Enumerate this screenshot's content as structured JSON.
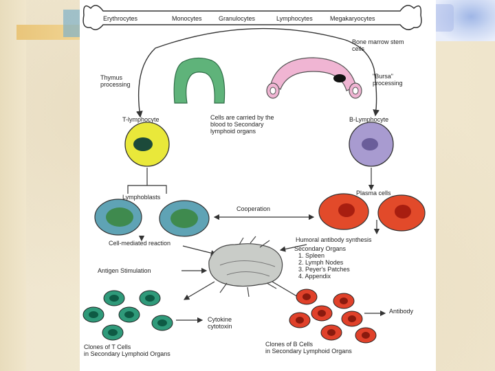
{
  "diagram": {
    "bone_cells": [
      "Erythrocytes",
      "Monocytes",
      "Granulocytes",
      "Lymphocytes",
      "Megakaryocytes"
    ],
    "stem_cells_label": [
      "Bone marrow stem",
      "cells"
    ],
    "thymus_label": [
      "Thymus",
      "processing"
    ],
    "bursa_label": [
      "\"Bursa\"",
      "processing"
    ],
    "t_lymphocyte": "T-lymphocyte",
    "b_lymphocyte": "B-Lymphocyte",
    "carried_label": [
      "Cells are carried by the",
      "blood to Secondary",
      "lymphoid organs"
    ],
    "lymphoblasts": "Lymphoblasts",
    "plasma_cells": "Plasma cells",
    "cooperation": "Cooperation",
    "cell_mediated": "Cell-mediated reaction",
    "humoral": "Humoral antibody synthesis",
    "secondary_organs": {
      "title": "Secondary Organs",
      "items": [
        "1. Spleen",
        "2. Lymph Nodes",
        "3. Peyer's Patches",
        "4. Appendix"
      ]
    },
    "antigen": "Antigen Stimulation",
    "cytokine": [
      "Cytokine",
      "cytotoxin"
    ],
    "antibody": "Antibody",
    "clones_t": [
      "Clones of T Cells",
      "in Secondary Lymphoid Organs"
    ],
    "clones_b": [
      "Clones of B Cells",
      "in Secondary Lymphoid Organs"
    ]
  },
  "colors": {
    "t_cell": "#e9e83a",
    "b_cell": "#a89bd0",
    "lymphoblast": "#5fa3b5",
    "plasma": "#e24a2a",
    "thymus": "#5fb37a",
    "bursa": "#f0b5d3",
    "clone_t": "#2f9a7a",
    "clone_b": "#e0412a"
  }
}
